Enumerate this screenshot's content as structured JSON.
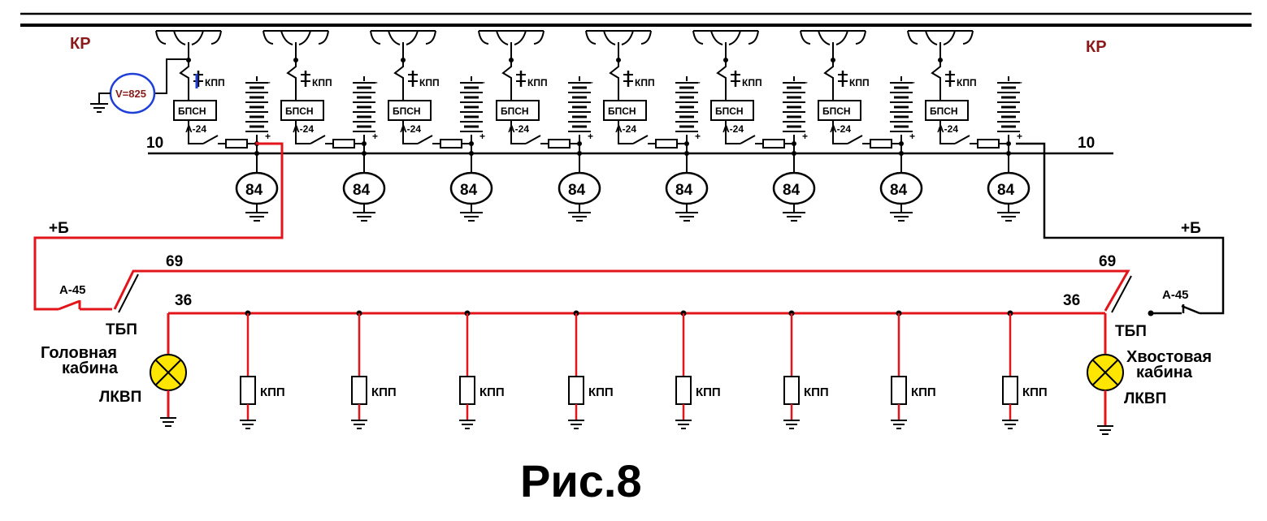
{
  "labels": {
    "kr_left": "КР",
    "kr_right": "КР",
    "bus10_left": "10",
    "bus10_right": "10",
    "plus_b_left": "+Б",
    "plus_b_right": "+Б",
    "wire69_left": "69",
    "wire69_right": "69",
    "wire36_left": "36",
    "wire36_right": "36",
    "a45_left": "А-45",
    "a45_right": "А-45",
    "tbp_left": "ТБП",
    "tbp_right": "ТБП",
    "head_cab_line1": "Головная",
    "head_cab_line2": "кабина",
    "tail_cab_line1": "Хвостовая",
    "tail_cab_line2": "кабина",
    "lkvp_left": "ЛКВП",
    "lkvp_right": "ЛКВП",
    "voltmeter": "V=825",
    "caption": "Рис.8"
  },
  "cars": {
    "count": 8,
    "kpp_label": "КПП",
    "bpsn_label": "БПСН",
    "a24_label": "А-24",
    "motor_label": "84",
    "minus": "–",
    "plus": "+"
  },
  "bottom_kpp": {
    "count": 8,
    "label": "КПП"
  },
  "colors": {
    "wire": "#000000",
    "active_circuit": "#e3151a",
    "kr_text": "#8b1a1a",
    "voltmeter_ring": "#1e3fd8",
    "lamp": "#ffe600"
  }
}
